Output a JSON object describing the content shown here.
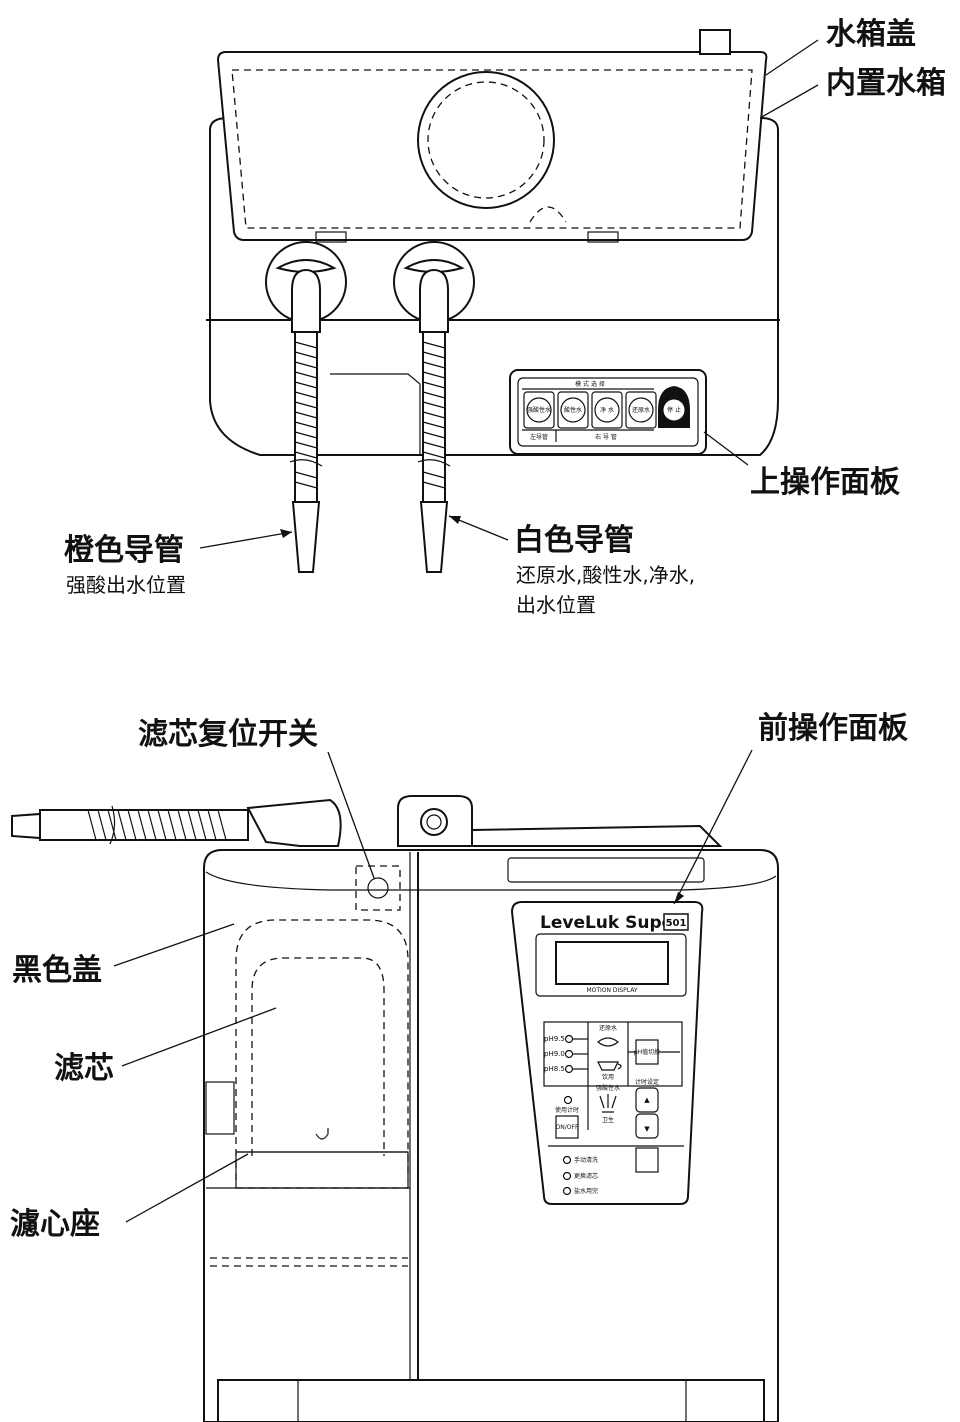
{
  "top_view": {
    "labels": {
      "tank_lid": "水箱盖",
      "inner_tank": "内置水箱",
      "upper_panel": "上操作面板",
      "orange_tube": "橙色导管",
      "orange_tube_desc": "强酸出水位置",
      "white_tube": "白色导管",
      "white_tube_desc_1": "还原水,酸性水,净水,",
      "white_tube_desc_2": "出水位置"
    },
    "panel": {
      "header": "模 式 选 择",
      "buttons": [
        "强酸性水",
        "酸性水",
        "净 水",
        "还原水"
      ],
      "stop": "停 止",
      "footer_left": "左导管",
      "footer_right": "右 导 管"
    }
  },
  "front_view": {
    "labels": {
      "filter_reset_switch": "滤芯复位开关",
      "front_panel": "前操作面板",
      "black_cover": "黑色盖",
      "filter": "滤芯",
      "filter_seat": "濾心座"
    },
    "panel": {
      "brand": "LeveLuk Super",
      "model": "501",
      "display_caption": "MOTION DISPLAY",
      "ph_levels": [
        "pH9.5",
        "pH9.0",
        "pH8.5"
      ],
      "alkaline_water": "还原水",
      "drink": "饮用",
      "ph_select": "pH值切换",
      "strong_acid_water": "强酸性水",
      "sanitize": "卫生",
      "usage_timer": "使用计时",
      "on_off": "ON/OFF",
      "timer_setting": "计时设定",
      "up": "▲",
      "down": "▼",
      "indicators": [
        "手动清洗",
        "更换滤芯",
        "盐水用完"
      ]
    }
  }
}
